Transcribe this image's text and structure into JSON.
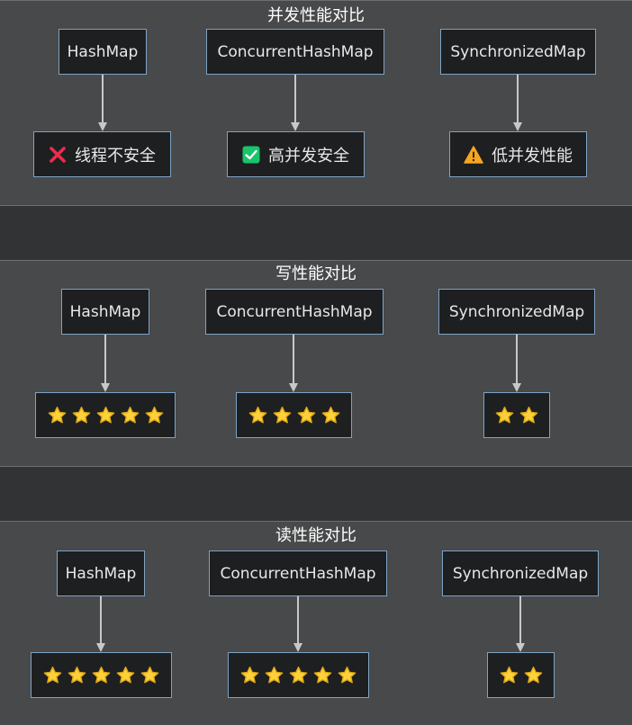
{
  "sections": [
    {
      "title": "并发性能对比",
      "nodes": [
        {
          "name": "HashMap",
          "result_icon": "cross-mark-icon",
          "result_text": "线程不安全",
          "result_color": "#ee2b4c"
        },
        {
          "name": "ConcurrentHashMap",
          "result_icon": "check-mark-icon",
          "result_text": "高并发安全",
          "result_color": "#19c46a"
        },
        {
          "name": "SynchronizedMap",
          "result_icon": "warning-icon",
          "result_text": "低并发性能",
          "result_color": "#f5a623"
        }
      ]
    },
    {
      "title": "写性能对比",
      "nodes": [
        {
          "name": "HashMap",
          "stars": 5
        },
        {
          "name": "ConcurrentHashMap",
          "stars": 4
        },
        {
          "name": "SynchronizedMap",
          "stars": 2
        }
      ]
    },
    {
      "title": "读性能对比",
      "nodes": [
        {
          "name": "HashMap",
          "stars": 5
        },
        {
          "name": "ConcurrentHashMap",
          "stars": 5
        },
        {
          "name": "SynchronizedMap",
          "stars": 2
        }
      ]
    }
  ],
  "colors": {
    "node_border": "#7da3c6",
    "edge": "#c8c8c8",
    "star": "#fdd13a"
  }
}
